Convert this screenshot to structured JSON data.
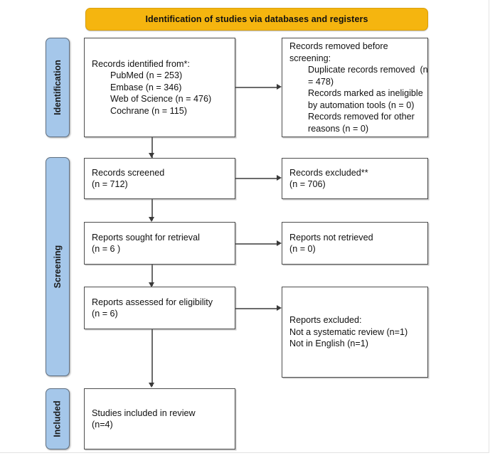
{
  "banner": {
    "title": "Identification of studies via databases and registers"
  },
  "stages": [
    {
      "label": "Identification"
    },
    {
      "label": "Screening"
    },
    {
      "label": "Included"
    }
  ],
  "boxes": {
    "identified": {
      "l1": "Records identified from*:",
      "l2": "PubMed (n = 253)",
      "l3": "Embase (n = 346)",
      "l4": "Web of Science (n = 476)",
      "l5": "Cochrane (n = 115)"
    },
    "removed": {
      "l1": "Records removed ",
      "l1b": "before",
      "l2": "screening",
      "l2b": ":",
      "l3": "Duplicate records removed  (n",
      "l4": "= 478)",
      "l5": "Records marked as ineligible",
      "l6": "by automation tools (n = 0)",
      "l7": "Records removed for other",
      "l8": "reasons (n = 0)"
    },
    "screened": {
      "l1": "Records screened",
      "l2": "(n = 712)"
    },
    "excluded": {
      "l1": "Records excluded**",
      "l2": "(n = 706)"
    },
    "sought": {
      "l1": "Reports sought for retrieval",
      "l2": "(n = 6 )"
    },
    "not_retrieved": {
      "l1": "Reports not retrieved",
      "l2": "(n = 0)"
    },
    "assessed": {
      "l1": "Reports assessed for eligibility",
      "l2": "(n = 6)"
    },
    "reports_excluded": {
      "l1": "Reports excluded:",
      "l2": "Not a systematic review (n=1)",
      "l3": "Not in English (n=1)"
    },
    "included": {
      "l1": "Studies included in review",
      "l2": "(n=4)"
    }
  },
  "chart_data": {
    "type": "diagram",
    "title": "Identification of studies via databases and registers",
    "nodes": [
      {
        "id": "identified",
        "stage": "Identification",
        "label": "Records identified from*",
        "sources": [
          {
            "name": "PubMed",
            "n": 253
          },
          {
            "name": "Embase",
            "n": 346
          },
          {
            "name": "Web of Science",
            "n": 476
          },
          {
            "name": "Cochrane",
            "n": 115
          }
        ]
      },
      {
        "id": "removed",
        "stage": "Identification",
        "label": "Records removed before screening",
        "items": [
          {
            "name": "Duplicate records removed",
            "n": 478
          },
          {
            "name": "Records marked as ineligible by automation tools",
            "n": 0
          },
          {
            "name": "Records removed for other reasons",
            "n": 0
          }
        ]
      },
      {
        "id": "screened",
        "stage": "Screening",
        "label": "Records screened",
        "n": 712
      },
      {
        "id": "excluded",
        "stage": "Screening",
        "label": "Records excluded**",
        "n": 706
      },
      {
        "id": "sought",
        "stage": "Screening",
        "label": "Reports sought for retrieval",
        "n": 6
      },
      {
        "id": "not_retrieved",
        "stage": "Screening",
        "label": "Reports not retrieved",
        "n": 0
      },
      {
        "id": "assessed",
        "stage": "Screening",
        "label": "Reports assessed for eligibility",
        "n": 6
      },
      {
        "id": "reports_excluded",
        "stage": "Screening",
        "label": "Reports excluded",
        "items": [
          {
            "name": "Not a systematic review",
            "n": 1
          },
          {
            "name": "Not in English",
            "n": 1
          }
        ]
      },
      {
        "id": "included",
        "stage": "Included",
        "label": "Studies included in review",
        "n": 4
      }
    ],
    "edges": [
      {
        "from": "identified",
        "to": "removed"
      },
      {
        "from": "identified",
        "to": "screened"
      },
      {
        "from": "screened",
        "to": "excluded"
      },
      {
        "from": "screened",
        "to": "sought"
      },
      {
        "from": "sought",
        "to": "not_retrieved"
      },
      {
        "from": "sought",
        "to": "assessed"
      },
      {
        "from": "assessed",
        "to": "reports_excluded"
      },
      {
        "from": "assessed",
        "to": "included"
      }
    ],
    "colors": {
      "banner": "#f5b50f",
      "stage_sidebar": "#a5c7ea",
      "box_border": "#4d4d4d"
    }
  }
}
